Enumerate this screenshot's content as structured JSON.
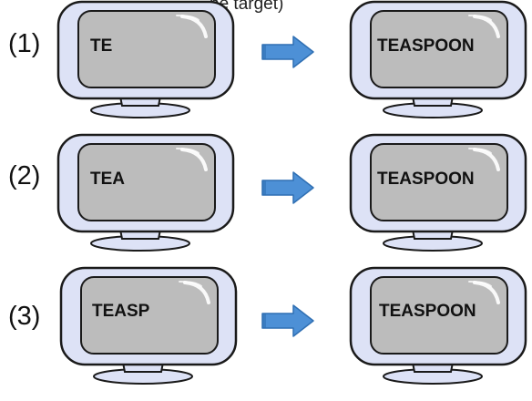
{
  "caption": "he target)",
  "colors": {
    "bezel_fill": "#dde2f6",
    "bezel_stroke": "#1a1a1a",
    "screen_fill": "#bcbcbc",
    "glare": "#ffffff",
    "arrow_fill": "#4d90d6",
    "arrow_stroke": "#2f6fb3"
  },
  "rows": [
    {
      "label": "(1)",
      "before": {
        "text": "TE"
      },
      "after": {
        "text": "TEASPOON"
      },
      "arrow_icon": "right-arrow-icon"
    },
    {
      "label": "(2)",
      "before": {
        "text": "TEA"
      },
      "after": {
        "text": "TEASPOON"
      },
      "arrow_icon": "right-arrow-icon"
    },
    {
      "label": "(3)",
      "before": {
        "text": "TEASP"
      },
      "after": {
        "text": "TEASPOON"
      },
      "arrow_icon": "right-arrow-icon"
    }
  ]
}
